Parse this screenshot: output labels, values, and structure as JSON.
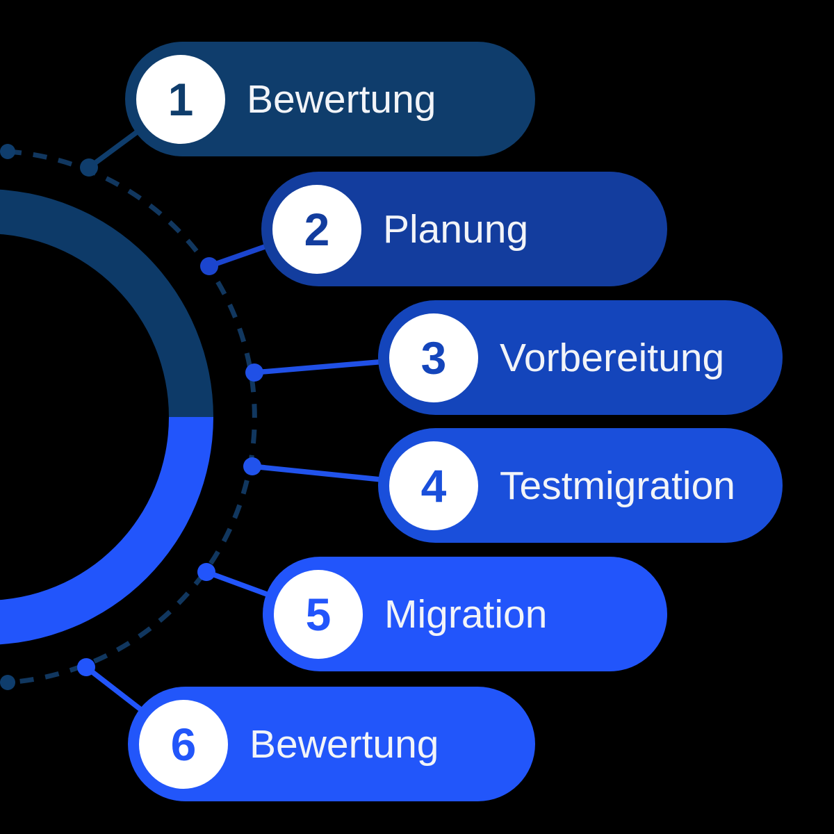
{
  "diagram_type": "semicircle-process-timeline",
  "background_color": "#000000",
  "steps": [
    {
      "number": "1",
      "label": "Bewertung",
      "pill_color": "#0F3D6C",
      "connector_color": "#0F3D6C"
    },
    {
      "number": "2",
      "label": "Planung",
      "pill_color": "#133D9E",
      "connector_color": "#1B45CE"
    },
    {
      "number": "3",
      "label": "Vorbereitung",
      "pill_color": "#1445BB",
      "connector_color": "#2050E6"
    },
    {
      "number": "4",
      "label": "Testmigration",
      "pill_color": "#1A4FDB",
      "connector_color": "#2153EC"
    },
    {
      "number": "5",
      "label": "Migration",
      "pill_color": "#2255FB",
      "connector_color": "#2255FB"
    },
    {
      "number": "6",
      "label": "Bewertung",
      "pill_color": "#2256FA",
      "connector_color": "#2255FB"
    }
  ],
  "ring": {
    "top_half_color": "#0D3A68",
    "bottom_half_color": "#2255FB"
  },
  "dashed_orbit_color": "#11375F",
  "number_circle_color": "#FFFFFF",
  "label_text_color": "#F2F4F8"
}
